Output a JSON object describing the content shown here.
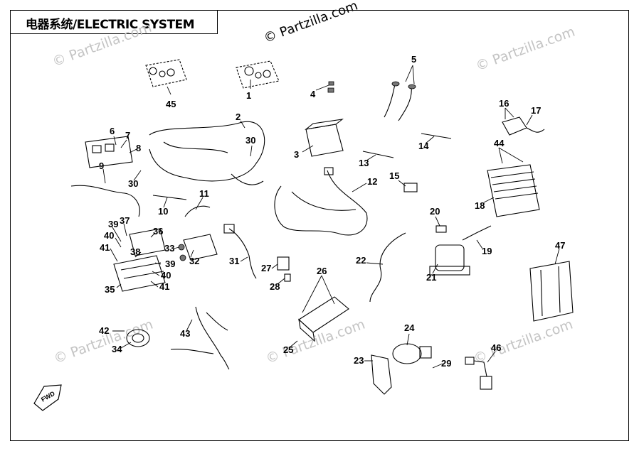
{
  "title": "电器系统/ELECTRIC SYSTEM",
  "watermark_main": "© Partzilla.com",
  "watermark_faint": "© Partzilla.com",
  "fwd_label": "FWD",
  "labels": [
    "1",
    "2",
    "3",
    "4",
    "5",
    "6",
    "7",
    "8",
    "9",
    "10",
    "11",
    "12",
    "13",
    "14",
    "15",
    "16",
    "17",
    "18",
    "19",
    "20",
    "21",
    "22",
    "23",
    "24",
    "25",
    "26",
    "27",
    "28",
    "29",
    "30",
    "30",
    "31",
    "32",
    "33",
    "34",
    "35",
    "36",
    "37",
    "38",
    "39",
    "39",
    "40",
    "40",
    "41",
    "41",
    "42",
    "43",
    "44",
    "45",
    "46",
    "47"
  ]
}
